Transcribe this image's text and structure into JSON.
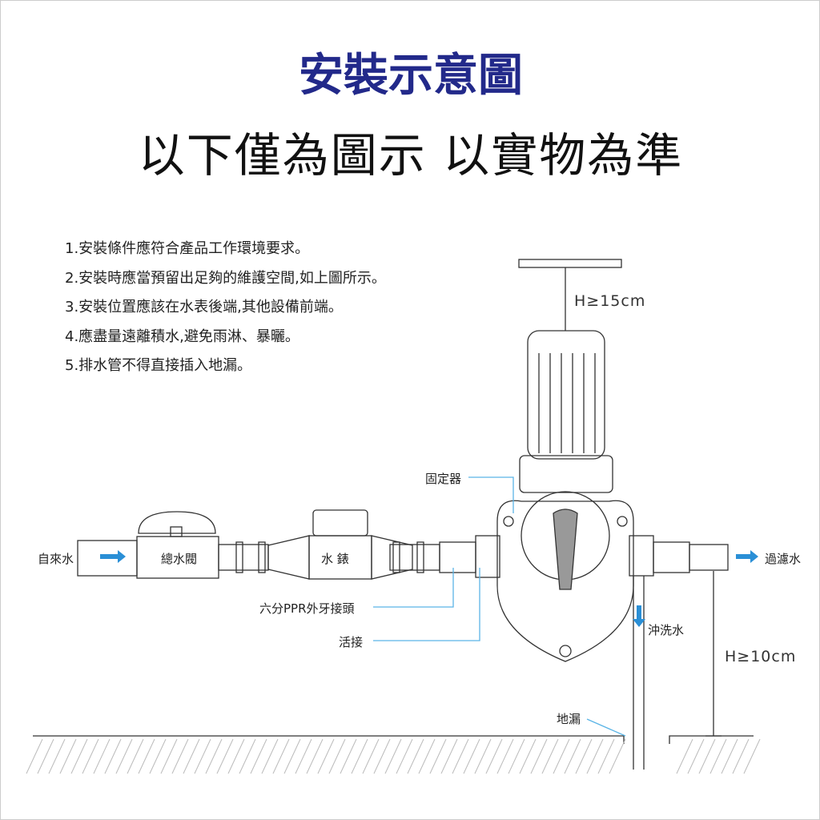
{
  "title": "安裝示意圖",
  "subtitle": "以下僅為圖示 以實物為準",
  "notes": [
    "1.安裝條件應符合產品工作環境要求。",
    "2.安裝時應當預留出足夠的維護空間,如上圖所示。",
    "3.安裝位置應該在水表後端,其他設備前端。",
    "4.應盡量遠離積水,避免雨淋、暴曬。",
    "5.排水管不得直接插入地漏。"
  ],
  "labels": {
    "inlet": "自來水",
    "main_valve": "總水閥",
    "meter": "水 錶",
    "fixer": "固定器",
    "ppr": "六分PPR外牙接頭",
    "union": "活接",
    "outlet": "過濾水",
    "flush": "沖洗水",
    "drain": "地漏"
  },
  "dims": {
    "top": "H≥15cm",
    "bottom": "H≥10cm"
  },
  "colors": {
    "title": "#22298a",
    "arrow": "#2a8fd6",
    "leader": "#5ab4e6"
  }
}
